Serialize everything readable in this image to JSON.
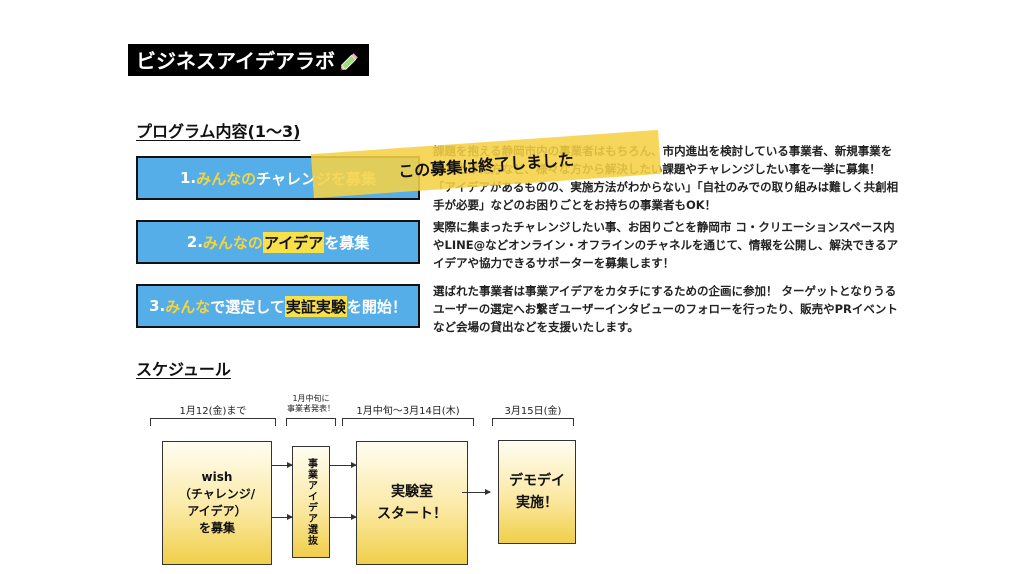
{
  "title": "ビジネスアイデアラボ",
  "program": {
    "heading": "プログラム内容(1〜3)",
    "items": [
      {
        "num": "1.",
        "part1": "みんなの",
        "part2": "チャレンジを募集",
        "desc": "課題を抱える静岡市内の事業者はもちろん、市内進出を検討している事業者、新規事業を立ち上げた方など、様々な方から解決したい課題やチャレンジしたい事を一挙に募集！「アイデアがあるものの、実施方法がわからない」「自社のみでの取り組みは難しく共創相手が必要」などのお困りごとをお持ちの事業者もOK！"
      },
      {
        "num": "2.",
        "part1": "みんなの",
        "part2": "アイデア",
        "part3": "を募集",
        "desc": "実際に集まったチャレンジしたい事、お困りごとを静岡市 コ・クリエーションスペース内やLINE@などオンライン・オフラインのチャネルを通じて、情報を公開し、解決できるアイデアや協力できるサポーターを募集します！"
      },
      {
        "num": "3.",
        "part1": "みんな",
        "part2": "で選定して",
        "part3": "実証実験",
        "part4": "を開始！",
        "desc": "選ばれた事業者は事業アイデアをカタチにするための企画に参加！ ターゲットとなりうるユーザーの選定へお繋ぎユーザーインタビューのフォローを行ったり、販売やPRイベントなど会場の貸出などを支援いたします。"
      }
    ],
    "closed_banner": "この募集は終了しました"
  },
  "schedule": {
    "heading": "スケジュール",
    "dates": [
      "1月12(金)まで",
      "1月中旬に\n事業者発表！",
      "1月中旬〜3月14日(木)",
      "3月15日(金)"
    ],
    "boxes": [
      "wish\n（チャレンジ/\nアイデア）\nを募集",
      "事業アイデア選抜",
      "実験室\nスタート！",
      "デモデイ\n実施！"
    ]
  }
}
